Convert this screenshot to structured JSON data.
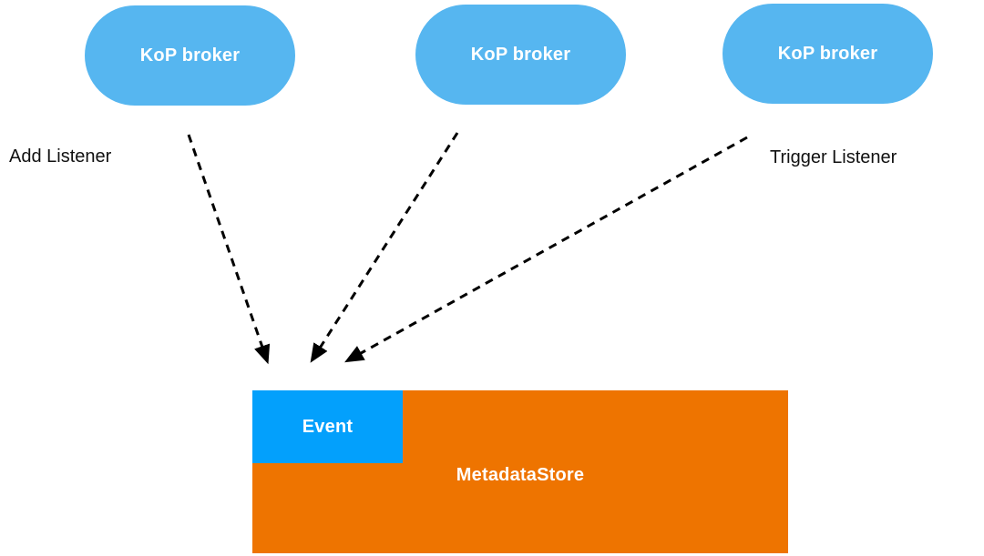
{
  "nodes": {
    "brokers": [
      {
        "label": "KoP broker"
      },
      {
        "label": "KoP broker"
      },
      {
        "label": "KoP broker"
      }
    ],
    "event": {
      "label": "Event"
    },
    "metadata_store": {
      "label": "MetadataStore"
    }
  },
  "annotations": {
    "add_listener": "Add Listener",
    "trigger_listener": "Trigger Listener"
  },
  "arrows": [
    {
      "name": "arrow-broker1-to-event",
      "style": "dashed",
      "from": "KoP broker (left)",
      "to": "Event"
    },
    {
      "name": "arrow-broker2-to-event",
      "style": "dashed",
      "from": "KoP broker (middle)",
      "to": "Event"
    },
    {
      "name": "arrow-broker3-to-event",
      "style": "dashed",
      "from": "KoP broker (right)",
      "to": "Event"
    }
  ],
  "colors": {
    "broker_fill": "#56B6F0",
    "event_fill": "#03A0FC",
    "store_fill": "#EE7400",
    "arrow_stroke": "#000000",
    "node_text": "#FFFFFF",
    "annotation_text": "#111111",
    "background": "#FFFFFF"
  }
}
